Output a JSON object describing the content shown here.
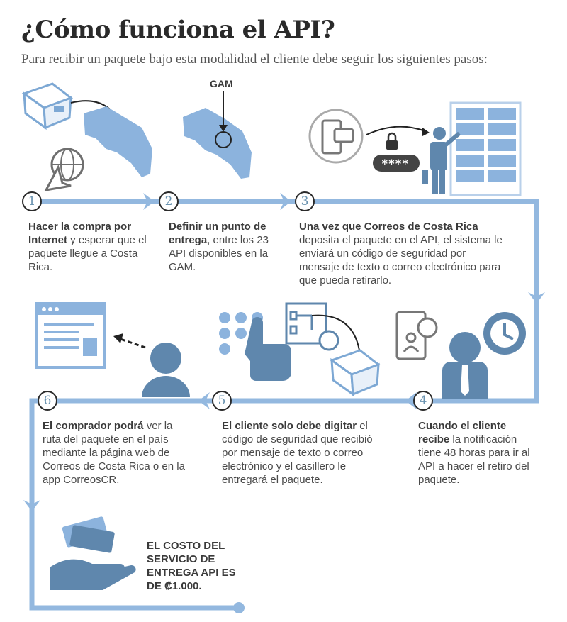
{
  "header": {
    "title": "¿Cómo funciona el API?",
    "subtitle": "Para recibir un paquete bajo esta modalidad el cliente debe seguir los siguientes pasos:"
  },
  "map_label": "GAM",
  "steps": [
    {
      "number": "1",
      "bold": "Hacer la compra por Internet",
      "text": " y esperar que el paquete llegue a Costa Rica."
    },
    {
      "number": "2",
      "bold": "Definir un punto de entrega",
      "text": ", entre los 23 API disponibles en la GAM."
    },
    {
      "number": "3",
      "bold": "Una vez que Correos de Costa Rica",
      "text": " deposita el paquete en el API, el sistema le enviará un código de seguridad por mensaje de texto o correo electrónico para que pueda retirarlo."
    },
    {
      "number": "4",
      "bold": "Cuando el cliente recibe",
      "text": " la notificación tiene 48 horas para ir al API a hacer el retiro del paquete."
    },
    {
      "number": "5",
      "bold": "El cliente solo debe digitar",
      "text": " el código de seguridad que recibió por mensaje de texto o correo electrónico y el casillero le entregará el paquete."
    },
    {
      "number": "6",
      "bold": "El comprador podrá",
      "text": " ver la ruta del paquete en el país mediante la página web de Correos de Costa Rica o en la app CorreosCR."
    }
  ],
  "password_mask": "****",
  "cost_note": "EL COSTO DEL SERVICIO DE ENTREGA API ES DE ₡1.000.",
  "colors": {
    "line": "#93b8df",
    "icon_dark": "#5f87ad",
    "icon_light": "#8cb3dd",
    "text": "#4a4a4a"
  }
}
